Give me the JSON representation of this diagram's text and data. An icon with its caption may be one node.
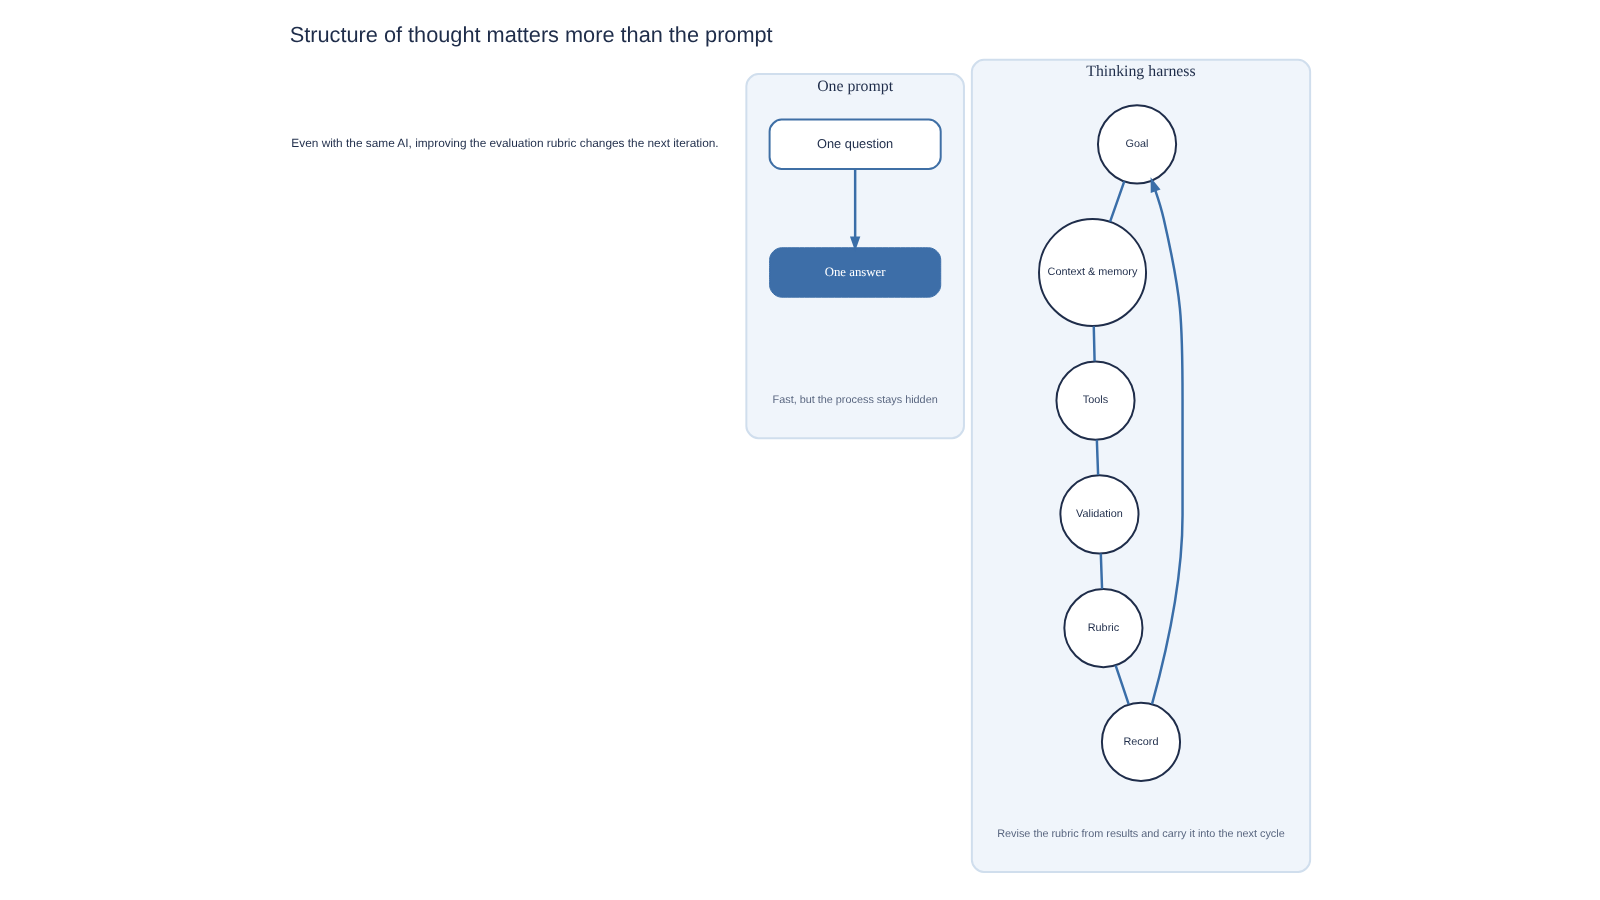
{
  "diagram": {
    "title": "Structure of thought matters more than the prompt",
    "nodes": [
      {
        "text": [
          "One prompt",
          "Fast, but the process stays hidden"
        ]
      },
      {
        "text": [
          "One question"
        ],
        "in": 0
      },
      {
        "text": [
          "One answer"
        ],
        "in": 0
      },
      {
        "text": [
          "Thinking harness",
          "Revise the rubric from results and carry it into the next cycle"
        ]
      },
      {
        "text": [
          "Goal"
        ],
        "in": 3
      },
      {
        "text": [
          "Context & memory"
        ],
        "in": 3
      },
      {
        "text": [
          "Tools"
        ],
        "in": 3
      },
      {
        "text": [
          "Validation"
        ],
        "in": 3
      },
      {
        "text": [
          "Rubric"
        ],
        "in": 3
      },
      {
        "text": [
          "Record"
        ],
        "in": 3
      }
    ],
    "edges": [
      {
        "from": 1,
        "to": 2,
        "arrow": "to"
      },
      {
        "from": 4,
        "to": 5,
        "arrow": "none"
      },
      {
        "from": 5,
        "to": 6,
        "arrow": "none"
      },
      {
        "from": 6,
        "to": 7,
        "arrow": "none"
      },
      {
        "from": 7,
        "to": 8,
        "arrow": "none"
      },
      {
        "from": 8,
        "to": 9,
        "arrow": "none"
      },
      {
        "from": 9,
        "to": 4,
        "arrow": "to"
      }
    ],
    "labels": [
      "Even with the same AI, improving the evaluation rubric changes the next iteration."
    ]
  }
}
